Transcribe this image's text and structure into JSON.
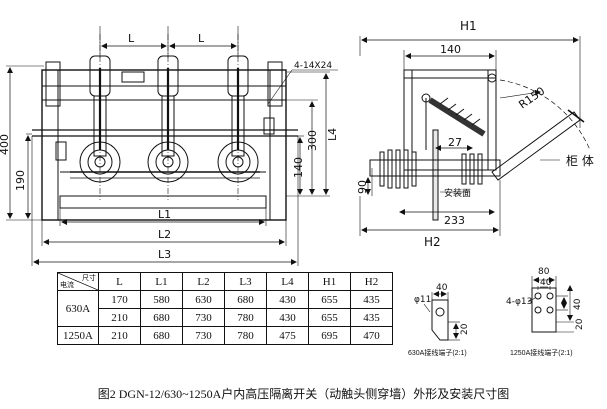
{
  "front_view": {
    "dims": {
      "L": "L",
      "L1": "L1",
      "L2": "L2",
      "L3": "L3",
      "L4": "L4",
      "h400": "400",
      "h300": "300",
      "h190": "190",
      "h140": "140",
      "hole": "4-14X24"
    }
  },
  "side_view": {
    "dims": {
      "H1": "H1",
      "H2": "H2",
      "w140": "140",
      "r150": "R150",
      "w27": "27",
      "w90": "90",
      "w233": "233"
    },
    "labels": {
      "cabinet": "柜 体",
      "mount_surface": "安装面"
    }
  },
  "table": {
    "corner_top": "尺寸",
    "corner_bottom": "电流",
    "headers": [
      "L",
      "L1",
      "L2",
      "L3",
      "L4",
      "H1",
      "H2"
    ],
    "groups": [
      {
        "current": "630A",
        "rows": [
          [
            "170",
            "580",
            "630",
            "680",
            "430",
            "655",
            "435"
          ],
          [
            "210",
            "680",
            "730",
            "780",
            "430",
            "655",
            "435"
          ]
        ]
      },
      {
        "current": "1250A",
        "rows": [
          [
            "210",
            "680",
            "730",
            "780",
            "475",
            "695",
            "470"
          ]
        ]
      }
    ]
  },
  "terminal_630": {
    "dims": {
      "w40": "40",
      "hole": "φ11",
      "h20": "20"
    },
    "label": "630A接线端子(2:1)"
  },
  "terminal_1250": {
    "dims": {
      "w80": "80",
      "w40": "40",
      "hole": "4-φ13",
      "h40": "40",
      "h20": "20"
    },
    "label": "1250A接线端子(2:1)"
  },
  "caption": "图2  DGN-12/630~1250A户内高压隔离开关（动触头侧穿墙）外形及安装尺寸图"
}
